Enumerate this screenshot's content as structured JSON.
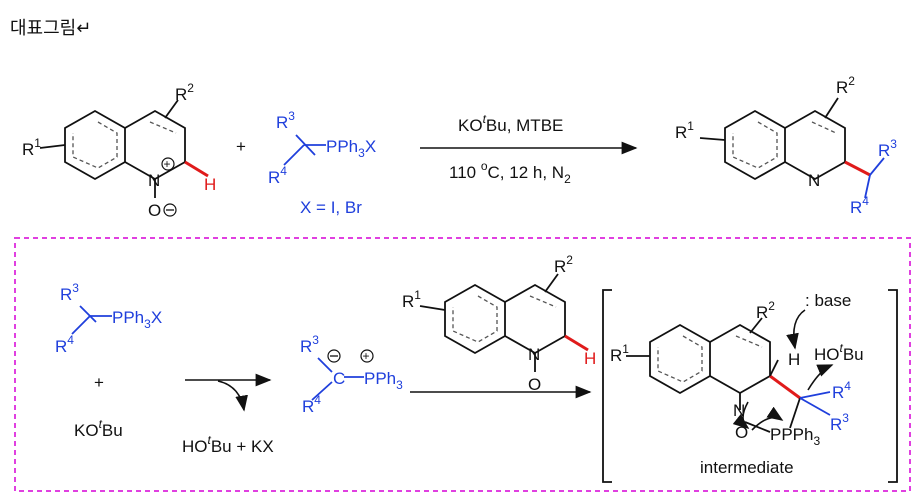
{
  "title": "대표그림↵",
  "colors": {
    "reagent": "#1f3fdc",
    "highlight": "#e01b1b",
    "box": "#e040e0",
    "text": "#111111"
  },
  "top": {
    "reactant1": {
      "r1": "R",
      "r1_sup": "1",
      "r2": "R",
      "r2_sup": "2",
      "n": "N",
      "o": "O",
      "h": "H"
    },
    "plus": "+",
    "reactant2": {
      "r3": "R",
      "r3_sup": "3",
      "r4": "R",
      "r4_sup": "4",
      "pph": "PPh",
      "pph_sub": "3",
      "x": "X",
      "note": "X = I, Br"
    },
    "conditions_above_a": "KO",
    "conditions_above_sup": "t",
    "conditions_above_b": "Bu, MTBE",
    "conditions_below_a": "110 ",
    "conditions_below_sup": "o",
    "conditions_below_b": "C, 12 h, N",
    "conditions_below_sub": "2",
    "product": {
      "r1": "R",
      "r1_sup": "1",
      "r2": "R",
      "r2_sup": "2",
      "n": "N",
      "r3": "R",
      "r3_sup": "3",
      "r4": "R",
      "r4_sup": "4"
    }
  },
  "mechanism": {
    "salt": {
      "r3": "R",
      "r3_sup": "3",
      "r4": "R",
      "r4_sup": "4",
      "pph": "PPh",
      "pph_sub": "3",
      "x": "X"
    },
    "plus": "+",
    "base_a": "KO",
    "base_sup": "t",
    "base_b": "Bu",
    "byproduct_a": "HO",
    "byproduct_sup": "t",
    "byproduct_b": "Bu + KX",
    "ylide": {
      "r3": "R",
      "r3_sup": "3",
      "r4": "R",
      "r4_sup": "4",
      "c": "C",
      "pph": "PPh",
      "pph_sub": "3"
    },
    "noxide": {
      "r1": "R",
      "r1_sup": "1",
      "r2": "R",
      "r2_sup": "2",
      "n": "N",
      "o": "O",
      "h": "H"
    },
    "intermediate": {
      "r1": "R",
      "r1_sup": "1",
      "r2": "R",
      "r2_sup": "2",
      "h": "H",
      "n": "N",
      "o": "O",
      "p": "P",
      "pph": "PPh",
      "pph_sub": "3",
      "r3": "R",
      "r3_sup": "3",
      "r4": "R",
      "r4_sup": "4",
      "base": ": base",
      "hobu_a": "HO",
      "hobu_sup": "t",
      "hobu_b": "Bu",
      "label": "intermediate"
    }
  }
}
